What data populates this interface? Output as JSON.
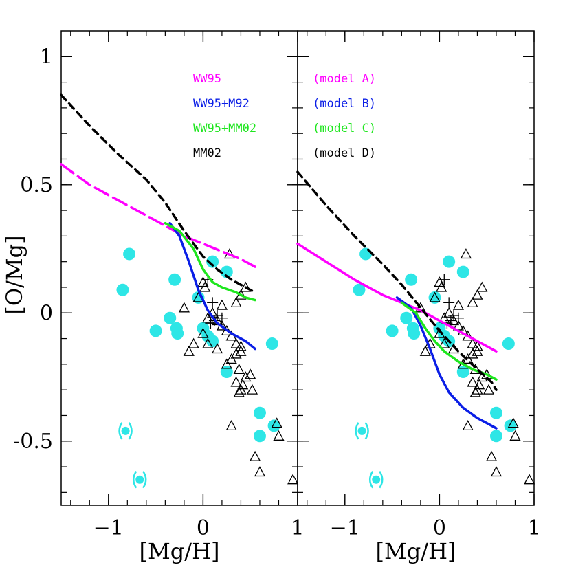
{
  "chart_data": {
    "type": "scatter",
    "ylabel": "[O/Mg]",
    "xlabel": "[Mg/H]",
    "xlim": [
      -1.5,
      1.0
    ],
    "ylim": [
      -0.75,
      1.1
    ],
    "x_ticks": [
      {
        "v": -1,
        "label": "−1"
      },
      {
        "v": 0,
        "label": "0"
      },
      {
        "v": 1,
        "label": "1"
      }
    ],
    "y_ticks": [
      {
        "v": 1,
        "label": "1"
      },
      {
        "v": 0.5,
        "label": "0.5"
      },
      {
        "v": 0,
        "label": "0"
      },
      {
        "v": -0.5,
        "label": "-0.5"
      }
    ],
    "colors": {
      "magenta": "#ff00ff",
      "blue": "#0a1ee6",
      "green": "#1ee61e",
      "black": "#000000",
      "cyan": "#2ee6e6"
    },
    "panels": [
      {
        "legend": [
          {
            "label": "WW95",
            "color": "#ff00ff"
          },
          {
            "label": "WW95+M92",
            "color": "#0a1ee6"
          },
          {
            "label": "WW95+MM02",
            "color": "#1ee61e"
          },
          {
            "label": "MM02",
            "color": "#000000"
          }
        ],
        "series": [
          {
            "name": "WW95",
            "color": "#ff00ff",
            "style": "long-dash",
            "points": [
              [
                -1.5,
                0.58
              ],
              [
                -1.2,
                0.5
              ],
              [
                -0.9,
                0.44
              ],
              [
                -0.6,
                0.38
              ],
              [
                -0.4,
                0.34
              ],
              [
                -0.2,
                0.3
              ],
              [
                0.0,
                0.27
              ],
              [
                0.2,
                0.24
              ],
              [
                0.4,
                0.21
              ],
              [
                0.55,
                0.18
              ]
            ]
          },
          {
            "name": "WW95+M92",
            "color": "#0a1ee6",
            "style": "solid",
            "points": [
              [
                -0.35,
                0.35
              ],
              [
                -0.25,
                0.3
              ],
              [
                -0.15,
                0.2
              ],
              [
                -0.05,
                0.09
              ],
              [
                0.05,
                0.01
              ],
              [
                0.15,
                -0.04
              ],
              [
                0.3,
                -0.08
              ],
              [
                0.45,
                -0.11
              ],
              [
                0.55,
                -0.14
              ]
            ]
          },
          {
            "name": "WW95+MM02",
            "color": "#1ee61e",
            "style": "solid",
            "points": [
              [
                -0.4,
                0.35
              ],
              [
                -0.25,
                0.32
              ],
              [
                -0.1,
                0.25
              ],
              [
                0.0,
                0.17
              ],
              [
                0.1,
                0.12
              ],
              [
                0.2,
                0.1
              ],
              [
                0.35,
                0.08
              ],
              [
                0.45,
                0.06
              ],
              [
                0.55,
                0.05
              ]
            ]
          },
          {
            "name": "MM02",
            "color": "#000000",
            "style": "short-dash",
            "points": [
              [
                -1.5,
                0.85
              ],
              [
                -1.2,
                0.73
              ],
              [
                -0.9,
                0.62
              ],
              [
                -0.6,
                0.52
              ],
              [
                -0.4,
                0.43
              ],
              [
                -0.2,
                0.32
              ],
              [
                0.0,
                0.22
              ],
              [
                0.15,
                0.17
              ],
              [
                0.3,
                0.13
              ],
              [
                0.45,
                0.1
              ],
              [
                0.55,
                0.08
              ]
            ]
          }
        ]
      },
      {
        "legend": [
          {
            "label": "(model A)",
            "color": "#ff00ff"
          },
          {
            "label": "(model B)",
            "color": "#0a1ee6"
          },
          {
            "label": "(model C)",
            "color": "#1ee61e"
          },
          {
            "label": "(model D)",
            "color": "#000000"
          }
        ],
        "series": [
          {
            "name": "model A",
            "color": "#ff00ff",
            "style": "solid",
            "points": [
              [
                -1.5,
                0.27
              ],
              [
                -1.2,
                0.2
              ],
              [
                -0.9,
                0.13
              ],
              [
                -0.6,
                0.07
              ],
              [
                -0.4,
                0.04
              ],
              [
                -0.2,
                0.01
              ],
              [
                0.0,
                -0.03
              ],
              [
                0.2,
                -0.07
              ],
              [
                0.4,
                -0.11
              ],
              [
                0.6,
                -0.15
              ]
            ]
          },
          {
            "name": "model B",
            "color": "#0a1ee6",
            "style": "solid",
            "points": [
              [
                -0.45,
                0.06
              ],
              [
                -0.3,
                0.02
              ],
              [
                -0.2,
                -0.05
              ],
              [
                -0.1,
                -0.14
              ],
              [
                0.0,
                -0.24
              ],
              [
                0.1,
                -0.31
              ],
              [
                0.25,
                -0.37
              ],
              [
                0.4,
                -0.41
              ],
              [
                0.5,
                -0.43
              ],
              [
                0.6,
                -0.45
              ]
            ]
          },
          {
            "name": "model C",
            "color": "#1ee61e",
            "style": "solid",
            "points": [
              [
                -0.4,
                0.04
              ],
              [
                -0.25,
                0.0
              ],
              [
                -0.15,
                -0.06
              ],
              [
                -0.05,
                -0.11
              ],
              [
                0.05,
                -0.15
              ],
              [
                0.2,
                -0.19
              ],
              [
                0.35,
                -0.22
              ],
              [
                0.5,
                -0.24
              ],
              [
                0.6,
                -0.26
              ]
            ]
          },
          {
            "name": "model D",
            "color": "#000000",
            "style": "short-dash",
            "points": [
              [
                -1.5,
                0.55
              ],
              [
                -1.2,
                0.42
              ],
              [
                -0.9,
                0.3
              ],
              [
                -0.6,
                0.19
              ],
              [
                -0.4,
                0.11
              ],
              [
                -0.2,
                0.02
              ],
              [
                0.0,
                -0.07
              ],
              [
                0.2,
                -0.15
              ],
              [
                0.4,
                -0.22
              ],
              [
                0.55,
                -0.27
              ],
              [
                0.6,
                -0.3
              ]
            ]
          }
        ]
      }
    ],
    "cyan_circles": [
      [
        -0.78,
        0.23
      ],
      [
        -0.85,
        0.09
      ],
      [
        -0.3,
        0.13
      ],
      [
        -0.35,
        -0.02
      ],
      [
        -0.5,
        -0.07
      ],
      [
        -0.28,
        -0.06
      ],
      [
        -0.27,
        -0.08
      ],
      [
        -0.05,
        0.06
      ],
      [
        0.1,
        0.2
      ],
      [
        0.25,
        0.16
      ],
      [
        0.0,
        -0.06
      ],
      [
        0.05,
        -0.09
      ],
      [
        0.1,
        -0.11
      ],
      [
        0.25,
        -0.23
      ],
      [
        0.6,
        -0.39
      ],
      [
        0.6,
        -0.48
      ],
      [
        0.73,
        -0.12
      ],
      [
        0.75,
        -0.44
      ]
    ],
    "cyan_circles_parenthesized": [
      [
        -0.82,
        -0.46
      ],
      [
        -0.67,
        -0.65
      ]
    ],
    "triangles": [
      [
        0.28,
        0.23
      ],
      [
        0.0,
        0.12
      ],
      [
        0.02,
        0.1
      ],
      [
        -0.05,
        0.06
      ],
      [
        -0.2,
        0.02
      ],
      [
        0.05,
        -0.02
      ],
      [
        0.1,
        0.0
      ],
      [
        0.15,
        -0.03
      ],
      [
        0.2,
        -0.05
      ],
      [
        0.25,
        -0.07
      ],
      [
        0.3,
        -0.09
      ],
      [
        0.35,
        -0.12
      ],
      [
        0.4,
        -0.13
      ],
      [
        0.4,
        -0.15
      ],
      [
        0.35,
        -0.16
      ],
      [
        0.3,
        -0.18
      ],
      [
        0.25,
        -0.2
      ],
      [
        0.38,
        -0.22
      ],
      [
        0.45,
        -0.25
      ],
      [
        0.35,
        -0.27
      ],
      [
        0.42,
        -0.28
      ],
      [
        0.4,
        -0.3
      ],
      [
        0.38,
        -0.31
      ],
      [
        0.5,
        -0.24
      ],
      [
        0.52,
        -0.3
      ],
      [
        0.35,
        0.04
      ],
      [
        0.4,
        0.07
      ],
      [
        0.45,
        0.1
      ],
      [
        0.2,
        0.03
      ],
      [
        0.0,
        -0.08
      ],
      [
        0.05,
        -0.12
      ],
      [
        0.15,
        -0.14
      ],
      [
        0.55,
        -0.56
      ],
      [
        0.6,
        -0.62
      ],
      [
        0.78,
        -0.43
      ],
      [
        0.8,
        -0.48
      ],
      [
        0.3,
        -0.44
      ],
      [
        0.95,
        -0.65
      ],
      [
        -0.1,
        -0.12
      ],
      [
        -0.15,
        -0.15
      ]
    ],
    "crosses": [
      [
        0.05,
        0.13
      ],
      [
        0.1,
        0.04
      ],
      [
        0.15,
        -0.01
      ],
      [
        0.12,
        -0.03
      ],
      [
        0.08,
        -0.04
      ],
      [
        0.2,
        -0.02
      ]
    ]
  }
}
